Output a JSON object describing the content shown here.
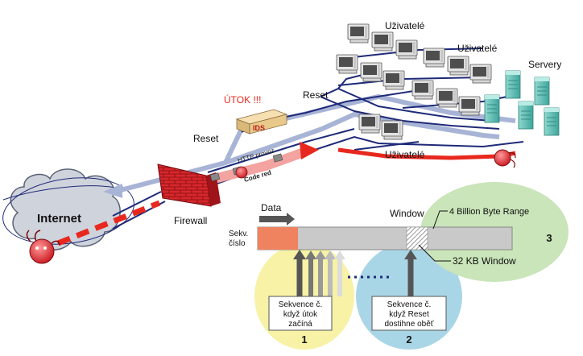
{
  "labels": {
    "internet": "Internet",
    "firewall": "Firewall",
    "ids": "IDS",
    "attack": "ÚTOK !!!",
    "reset_left": "Reset",
    "reset_right": "Reset",
    "http": "HTTP provoz",
    "code_red": "Code red",
    "users_1": "Uživatelé",
    "users_2": "Uživatelé",
    "users_3": "Uživatelé",
    "servers": "Servery"
  },
  "tcp_diagram": {
    "data_label": "Data",
    "window_label": "Window",
    "sequence_label_line1": "Sekv.",
    "sequence_label_line2": "číslo",
    "range_label": "4 Billion Byte Range",
    "window_size_label": "32 KB Window",
    "box1_line1": "Sekvence č.",
    "box1_line2": "když útok",
    "box1_line3": "začíná",
    "box2_line1": "Sekvence č.",
    "box2_line2": "když Reset",
    "box2_line3": "dostihne oběť",
    "circle_1": "1",
    "circle_2": "2",
    "circle_3": "3"
  },
  "colors": {
    "attack_red": "#e8281e",
    "firewall_red": "#d9262b",
    "reset_blue": "#a8b4d6",
    "cable_navy": "#1e2a78",
    "circle_yellow": "#f7f2a6",
    "circle_blue": "#a9d6e6",
    "circle_green": "#c9e5b9",
    "seq_bar_gray": "#c9c9c9",
    "seq_start_orange": "#f0835f"
  }
}
